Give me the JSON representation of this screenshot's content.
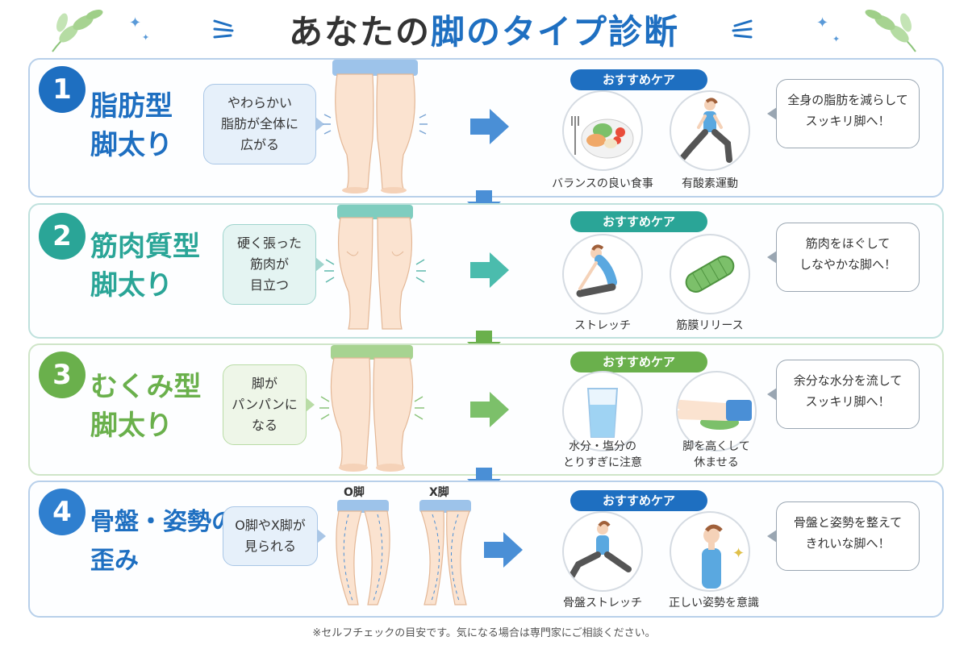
{
  "title": {
    "prefix": "あなたの",
    "highlight": "脚のタイプ診断"
  },
  "colors": {
    "blue": "#1e6fc1",
    "teal": "#2aa597",
    "green": "#6ab04c",
    "blue2": "#2f7fcf"
  },
  "care_label": "おすすめケア",
  "types": [
    {
      "num": "1",
      "name": "脂肪型\n脚太り",
      "bubble": "やわらかい\n脂肪が全体に\n広がる",
      "care": [
        {
          "label": "バランスの良い食事",
          "icon": "meal-icon"
        },
        {
          "label": "有酸素運動",
          "icon": "lunge-exercise-icon"
        }
      ],
      "result": "全身の脂肪を減らして\nスッキリ脚へ！"
    },
    {
      "num": "2",
      "name": "筋肉質型\n脚太り",
      "bubble": "硬く張った\n筋肉が\n目立つ",
      "care": [
        {
          "label": "ストレッチ",
          "icon": "stretch-icon"
        },
        {
          "label": "筋膜リリース",
          "icon": "foam-roller-icon"
        }
      ],
      "result": "筋肉をほぐして\nしなやかな脚へ！"
    },
    {
      "num": "3",
      "name": "むくみ型\n脚太り",
      "bubble": "脚が\nパンパンに\nなる",
      "care": [
        {
          "label": "水分・塩分の\nとりすぎに注意",
          "icon": "water-glass-icon"
        },
        {
          "label": "脚を高くして\n休ませる",
          "icon": "raised-legs-icon"
        }
      ],
      "result": "余分な水分を流して\nスッキリ脚へ！"
    },
    {
      "num": "4",
      "name": "骨盤・姿勢の\n歪み",
      "bubble": "O脚やX脚が\n見られる",
      "care": [
        {
          "label": "骨盤ストレッチ",
          "icon": "pelvic-stretch-icon"
        },
        {
          "label": "正しい姿勢を意識",
          "icon": "posture-icon"
        }
      ],
      "result": "骨盤と姿勢を整えて\nきれいな脚へ！"
    }
  ],
  "o_leg_label": "O脚",
  "x_leg_label": "X脚",
  "footnote": "※セルフチェックの目安です。気になる場合は専門家にご相談ください。"
}
